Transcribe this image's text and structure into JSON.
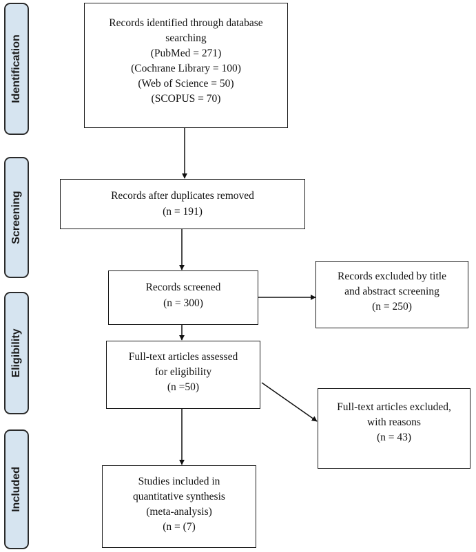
{
  "phases": [
    {
      "label": "Identification"
    },
    {
      "label": "Screening"
    },
    {
      "label": "Eligibility"
    },
    {
      "label": "Included"
    }
  ],
  "boxes": {
    "identified": {
      "lines": [
        "Records identified through database",
        "searching",
        "(PubMed = 271)",
        "(Cochrane Library = 100)",
        "(Web of Science = 50)",
        "(SCOPUS = 70)"
      ]
    },
    "duplicates_removed": {
      "lines": [
        "Records after duplicates removed",
        "(n = 191)"
      ]
    },
    "screened": {
      "lines": [
        "Records screened",
        "(n = 300)"
      ]
    },
    "excluded_title": {
      "lines": [
        "Records excluded by title",
        "and abstract screening",
        "(n = 250)"
      ]
    },
    "fulltext_assessed": {
      "lines": [
        "Full-text articles assessed",
        "for eligibility",
        "(n =50)"
      ]
    },
    "fulltext_excluded": {
      "lines": [
        "Full-text articles excluded,",
        "with reasons",
        "(n = 43)"
      ]
    },
    "included": {
      "lines": [
        "Studies included in",
        "quantitative synthesis",
        "(meta-analysis)",
        "(n = (7)"
      ]
    }
  },
  "colors": {
    "phase_fill": "#d6e4f0",
    "border": "#1a1a1a"
  }
}
